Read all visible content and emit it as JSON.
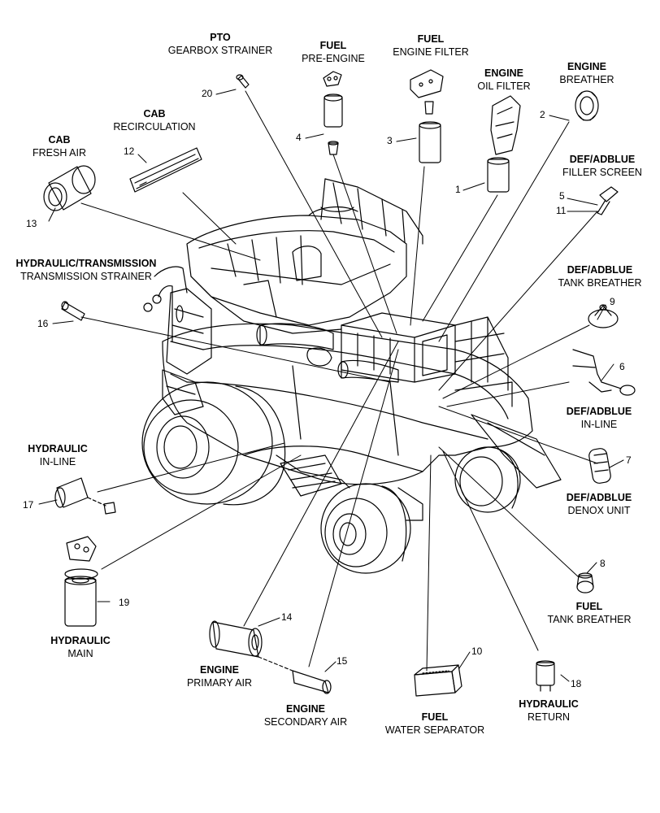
{
  "labels": {
    "pto": {
      "head": "PTO",
      "sub": "GEARBOX STRAINER"
    },
    "fuel_pre": {
      "head": "FUEL",
      "sub": "PRE-ENGINE"
    },
    "fuel_filter": {
      "head": "FUEL",
      "sub": "ENGINE FILTER"
    },
    "engine_oil": {
      "head": "ENGINE",
      "sub": "OIL FILTER"
    },
    "engine_breather": {
      "head": "ENGINE",
      "sub": "BREATHER"
    },
    "cab_recirc": {
      "head": "CAB",
      "sub": "RECIRCULATION"
    },
    "cab_fresh": {
      "head": "CAB",
      "sub": "FRESH AIR"
    },
    "def_filler": {
      "head": "DEF/ADBLUE",
      "sub": "FILLER SCREEN"
    },
    "hyd_trans": {
      "head": "HYDRAULIC/TRANSMISSION",
      "sub": "TRANSMISSION STRAINER"
    },
    "def_tank": {
      "head": "DEF/ADBLUE",
      "sub": "TANK BREATHER"
    },
    "def_inline": {
      "head": "DEF/ADBLUE",
      "sub": "IN-LINE"
    },
    "hyd_inline": {
      "head": "HYDRAULIC",
      "sub": "IN-LINE"
    },
    "def_denox": {
      "head": "DEF/ADBLUE",
      "sub": "DENOX UNIT"
    },
    "fuel_tank": {
      "head": "FUEL",
      "sub": "TANK BREATHER"
    },
    "hyd_main": {
      "head": "HYDRAULIC",
      "sub": "MAIN"
    },
    "engine_primary": {
      "head": "ENGINE",
      "sub": "PRIMARY AIR"
    },
    "engine_secondary": {
      "head": "ENGINE",
      "sub": "SECONDARY AIR"
    },
    "fuel_water": {
      "head": "FUEL",
      "sub": "WATER SEPARATOR"
    },
    "hyd_return": {
      "head": "HYDRAULIC",
      "sub": "RETURN"
    }
  },
  "callouts": {
    "n1": "1",
    "n2": "2",
    "n3": "3",
    "n4": "4",
    "n5": "5",
    "n6": "6",
    "n7": "7",
    "n8": "8",
    "n9": "9",
    "n10": "10",
    "n11": "11",
    "n12": "12",
    "n13": "13",
    "n14": "14",
    "n15": "15",
    "n16": "16",
    "n17": "17",
    "n18": "18",
    "n19": "19",
    "n20": "20"
  }
}
